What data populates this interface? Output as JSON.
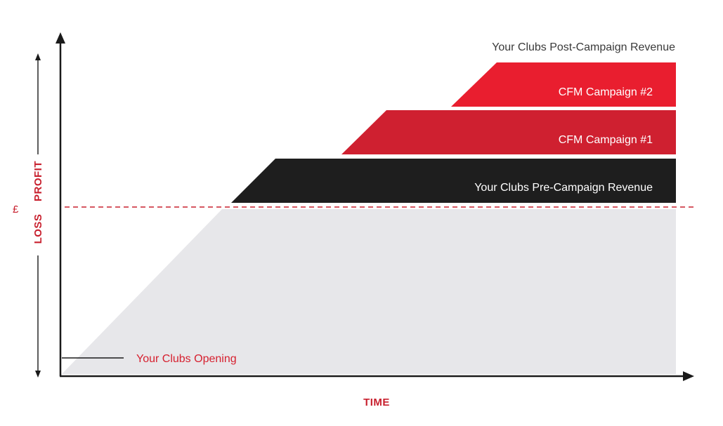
{
  "diagram": {
    "post_campaign_label": "Your Clubs Post-Campaign Revenue",
    "campaign2_label": "CFM Campaign #2",
    "campaign1_label": "CFM Campaign #1",
    "pre_campaign_label": "Your Clubs Pre-Campaign Revenue",
    "opening_label": "Your Clubs Opening",
    "x_axis_label": "TIME",
    "y_currency_label": "£",
    "y_profit_label": "PROFIT",
    "y_loss_label": "LOSS"
  },
  "colors": {
    "campaign2": "#e91e2f",
    "campaign1": "#cf2030",
    "pre_campaign": "#1e1e1e",
    "baseline_area": "#e7e7ea",
    "breakeven_line": "#c8202e",
    "axis": "#1a1a1a",
    "accent_text": "#d6202f"
  }
}
